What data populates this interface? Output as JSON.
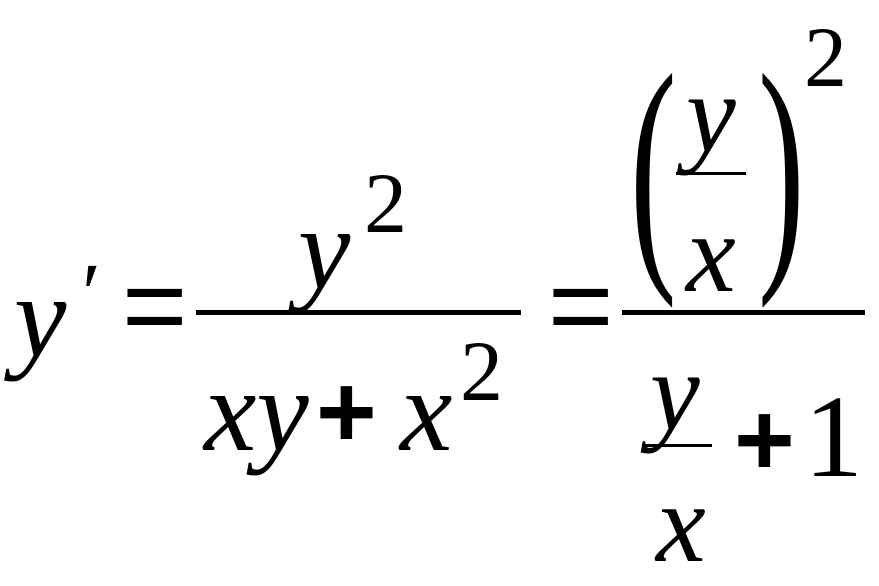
{
  "equation": {
    "lhs": {
      "variable": "y",
      "prime": "′"
    },
    "equals_1": "=",
    "fraction_1": {
      "numerator": {
        "base": "y",
        "exponent": "2"
      },
      "denominator": {
        "term_1": "xy",
        "plus": "+",
        "term_2_base": "x",
        "term_2_exponent": "2"
      }
    },
    "equals_2": "=",
    "fraction_2": {
      "numerator": {
        "open_paren": "(",
        "inner_numerator": "y",
        "inner_denominator": "x",
        "close_paren": ")",
        "exponent": "2"
      },
      "denominator": {
        "inner_numerator": "y",
        "inner_denominator": "x",
        "plus": "+",
        "constant": "1"
      }
    }
  }
}
